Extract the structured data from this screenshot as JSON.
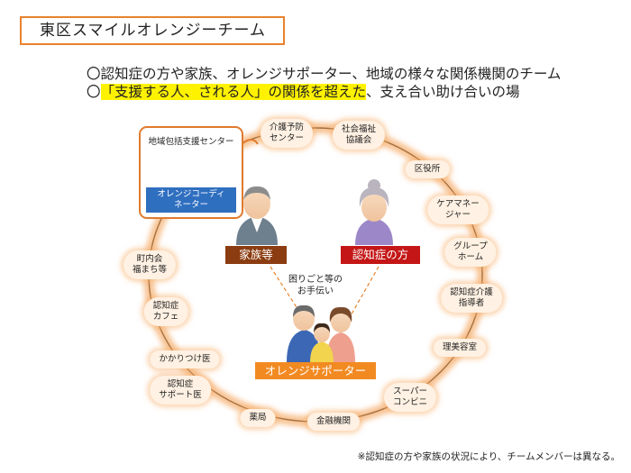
{
  "title": "東区スマイルオレンジーチーム",
  "description": {
    "line1": "〇認知症の方や家族、オレンジサポーター、地域の様々な関係機関のチーム",
    "line2_prefix": "〇",
    "line2_highlight": "「支援する人、される人」の関係を超えた",
    "line2_suffix": "、支え合い助け合いの場"
  },
  "center_card": {
    "label": "地域包括支援センター",
    "role": "オレンジコーディ\nネーター"
  },
  "family_label": "家族等",
  "patient_label": "認知症の方",
  "help_text": "困りごと等の\nお手伝い",
  "supporter_label": "オレンジサポーター",
  "ring_nodes": [
    "介護予防\nセンター",
    "社会福祉\n協議会",
    "区役所",
    "ケアマネー\nジャー",
    "グループ\nホーム",
    "認知症介護\n指導者",
    "理美容室",
    "スーパー\nコンビニ",
    "金融機関",
    "薬局",
    "認知症\nサポート医",
    "かかりつけ医",
    "認知症\nカフェ",
    "町内会\n福まち等"
  ],
  "footnote": "※認知症の方や家族の状況により、チームメンバーは異なる。",
  "colors": {
    "accent": "#e8822c",
    "coordinator": "#2f6fc0",
    "family": "#8b3c10",
    "patient": "#c41616",
    "supporter": "#f28a22",
    "highlight": "#fff200"
  }
}
